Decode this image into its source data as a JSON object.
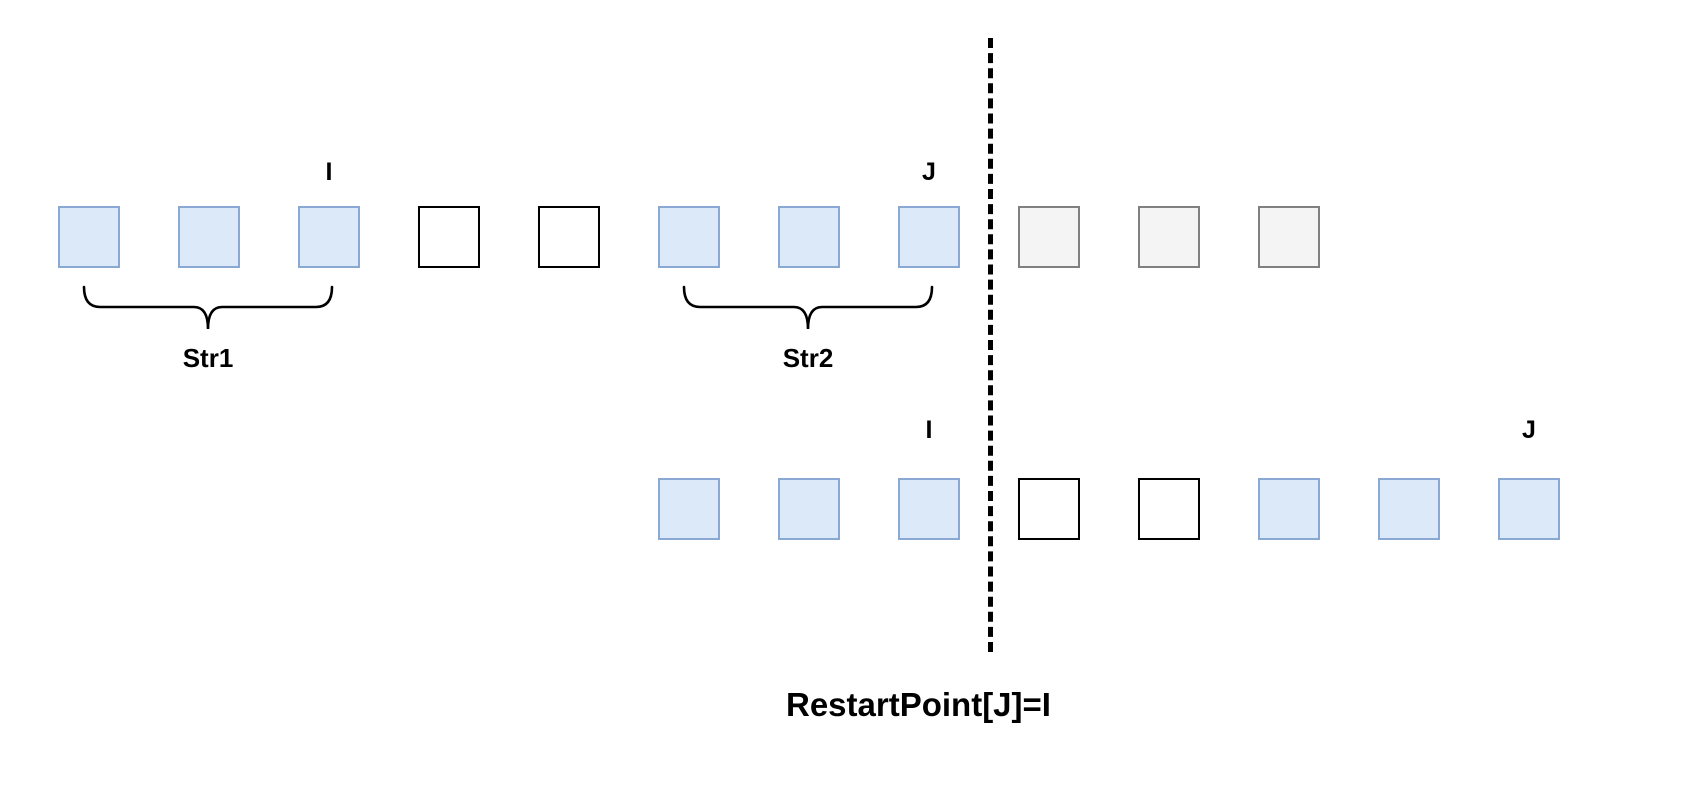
{
  "diagram": {
    "title": "RestartPoint[J]=I",
    "caption": "RestartPoint[J]=I",
    "colors": {
      "blue_fill": "#dce9f9",
      "blue_border": "#8ba8d4",
      "white_fill": "#ffffff",
      "white_border": "#000000",
      "gray_fill": "#f4f4f4",
      "gray_border": "#808080",
      "line": "#000000",
      "background": "#ffffff"
    },
    "top_row": {
      "name": "top-sequence",
      "cells": [
        {
          "id": "t1",
          "state": "blue"
        },
        {
          "id": "t2",
          "state": "blue"
        },
        {
          "id": "t3",
          "state": "blue"
        },
        {
          "id": "t4",
          "state": "white"
        },
        {
          "id": "t5",
          "state": "white"
        },
        {
          "id": "t6",
          "state": "blue"
        },
        {
          "id": "t7",
          "state": "blue"
        },
        {
          "id": "t8",
          "state": "blue"
        },
        {
          "id": "t9",
          "state": "gray"
        },
        {
          "id": "t10",
          "state": "gray"
        },
        {
          "id": "t11",
          "state": "gray"
        }
      ],
      "pointers": [
        {
          "label": "I",
          "cell_index": 2
        },
        {
          "label": "J",
          "cell_index": 7
        }
      ],
      "braces": [
        {
          "label": "Str1",
          "from_index": 0,
          "to_index": 2
        },
        {
          "label": "Str2",
          "from_index": 5,
          "to_index": 7
        }
      ]
    },
    "bottom_row": {
      "name": "bottom-sequence",
      "cells": [
        {
          "id": "b1",
          "state": "blue"
        },
        {
          "id": "b2",
          "state": "blue"
        },
        {
          "id": "b3",
          "state": "blue"
        },
        {
          "id": "b4",
          "state": "white"
        },
        {
          "id": "b5",
          "state": "white"
        },
        {
          "id": "b6",
          "state": "blue"
        },
        {
          "id": "b7",
          "state": "blue"
        },
        {
          "id": "b8",
          "state": "blue"
        }
      ],
      "pointers": [
        {
          "label": "I",
          "cell_index": 2
        },
        {
          "label": "J",
          "cell_index": 7
        }
      ]
    },
    "divider": {
      "name": "vertical-dashed-divider",
      "style": "dashed"
    },
    "labels": {
      "I": "I",
      "J": "J",
      "str1": "Str1",
      "str2": "Str2"
    }
  }
}
